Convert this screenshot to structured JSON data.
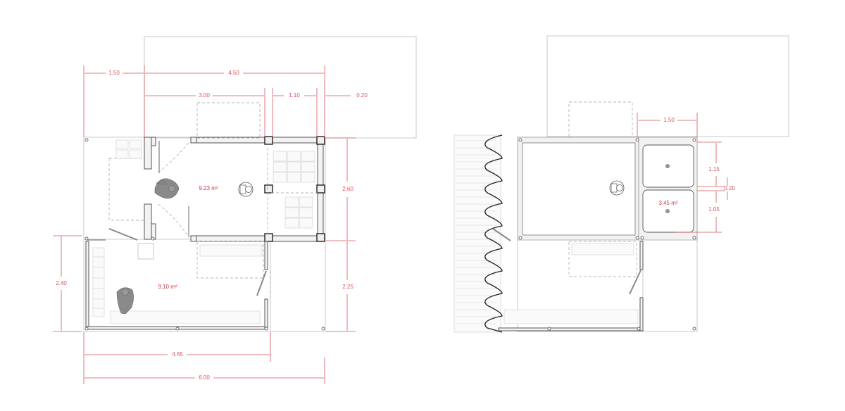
{
  "left_plan": {
    "dimensions_top": {
      "overall_left": "1.50",
      "overall_right": "4.50",
      "room_width": "3.00",
      "bay_width": "1.10",
      "wall": "0.20"
    },
    "dimensions_right": {
      "upper": "2.60",
      "lower": "2.25"
    },
    "dimensions_left": {
      "lower_room": "2.40"
    },
    "dimensions_bottom": {
      "lower_room_width": "4.65",
      "overall_width": "6.00"
    },
    "areas": {
      "upper_room": "9.23 m²",
      "lower_room": "9.10 m²"
    }
  },
  "right_plan": {
    "dimensions_top": {
      "bay_width": "1.50"
    },
    "dimensions_right": {
      "upper_tank": "1.15",
      "gap": "0.20",
      "lower_tank": "1.05"
    },
    "areas": {
      "tank_area": "3.45 m²"
    }
  },
  "colors": {
    "dimension": "#d9545e",
    "area_label": "#d23a48",
    "wall_line": "#555555",
    "thin_line": "#bdbdbd",
    "figure": "#8a8a8a"
  }
}
